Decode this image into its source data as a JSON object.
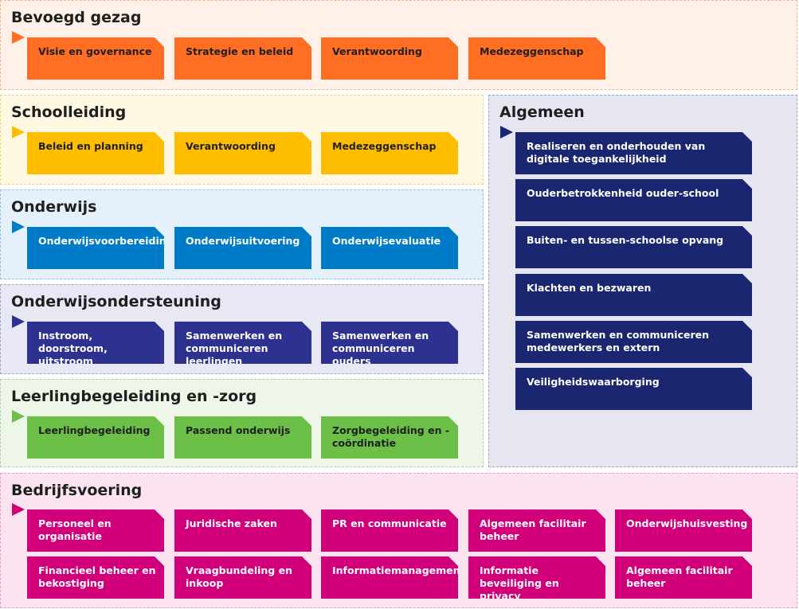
{
  "sections": {
    "bevoegd_gezag": {
      "title": "Bevoegd gezag",
      "items": [
        "Visie en governance",
        "Strategie en beleid",
        "Verantwoording",
        "Medezeggenschap"
      ]
    },
    "schoolleiding": {
      "title": "Schoolleiding",
      "items": [
        "Beleid en planning",
        "Verantwoording",
        "Medezeggenschap"
      ]
    },
    "onderwijs": {
      "title": "Onderwijs",
      "items": [
        "Onderwijsvoorbereiding",
        "Onderwijsuitvoering",
        "Onderwijsevaluatie"
      ]
    },
    "onderwijsondersteuning": {
      "title": "Onderwijsondersteuning",
      "items": [
        "Instroom, doorstroom, uitstroom",
        "Samenwerken en communiceren leerlingen",
        "Samenwerken en communiceren ouders"
      ]
    },
    "leerlingbegeleiding": {
      "title": "Leerlingbegeleiding en -zorg",
      "items": [
        "Leerlingbegeleiding",
        "Passend onderwijs",
        "Zorgbegeleiding en -coördinatie"
      ]
    },
    "algemeen": {
      "title": "Algemeen",
      "items": [
        "Realiseren en onderhouden van digitale toegankelijkheid",
        "Ouderbetrokkenheid ouder-school",
        "Buiten- en tussen-schoolse opvang",
        "Klachten en bezwaren",
        "Samenwerken en communiceren medewerkers en extern",
        "Veiligheidswaarborging"
      ]
    },
    "bedrijfsvoering": {
      "title": "Bedrijfsvoering",
      "items": [
        "Personeel en organisatie",
        "Juridische zaken",
        "PR en communicatie",
        "Algemeen facilitair beheer",
        "Onderwijshuisvesting",
        "Financieel beheer en bekostiging",
        "Vraagbundeling en inkoop",
        "Informatiemanagement",
        "Informatie beveiliging en privacy",
        "Algemeen facilitair beheer"
      ]
    }
  },
  "colors": {
    "orange": "#ff6e23",
    "yellow": "#ffbd00",
    "blue": "#007bc7",
    "indigo": "#2d3190",
    "green": "#6cbf47",
    "navy": "#1b2670",
    "magenta": "#d1007a"
  }
}
